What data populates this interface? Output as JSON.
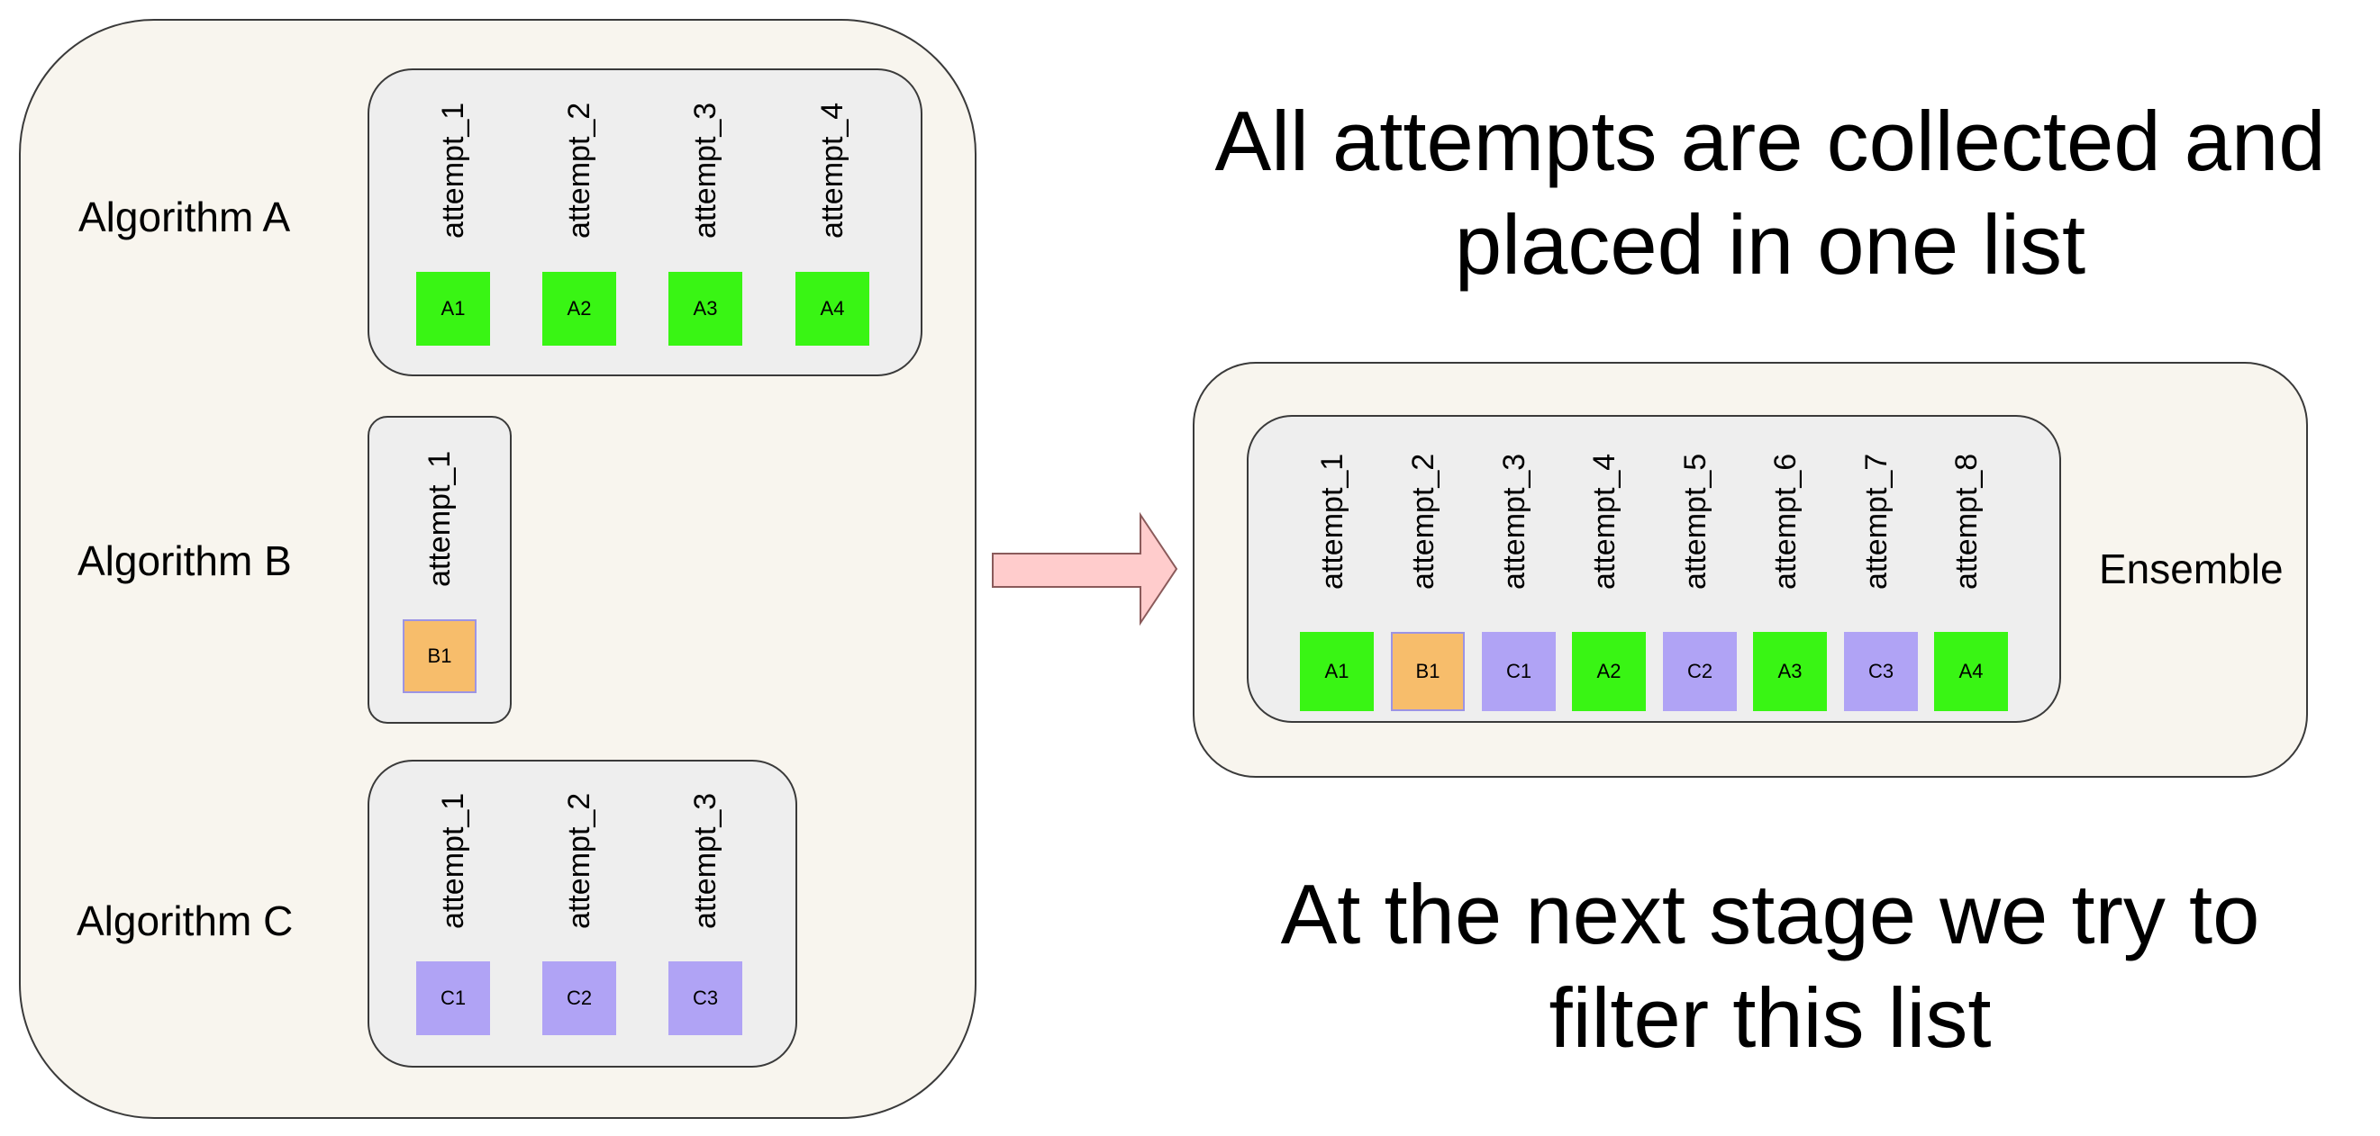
{
  "colors": {
    "A": "#39f514",
    "B": "#f7bd6b",
    "C": "#b0a3f5",
    "chip_border_B": "#9c94e4",
    "panel_bg": "#f8f5ee",
    "group_bg": "#eeeeee",
    "arrow_fill": "#ffcccc"
  },
  "algorithms": {
    "a": {
      "label": "Algorithm A",
      "attempts": [
        "attempt_1",
        "attempt_2",
        "attempt_3",
        "attempt_4"
      ],
      "chips": [
        "A1",
        "A2",
        "A3",
        "A4"
      ]
    },
    "b": {
      "label": "Algorithm B",
      "attempts": [
        "attempt_1"
      ],
      "chips": [
        "B1"
      ]
    },
    "c": {
      "label": "Algorithm C",
      "attempts": [
        "attempt_1",
        "attempt_2",
        "attempt_3"
      ],
      "chips": [
        "C1",
        "C2",
        "C3"
      ]
    }
  },
  "headline_top": {
    "line1": "All attempts are collected and",
    "line2": "placed in one list"
  },
  "ensemble": {
    "label": "Ensemble",
    "attempts": [
      "attempt_1",
      "attempt_2",
      "attempt_3",
      "attempt_4",
      "attempt_5",
      "attempt_6",
      "attempt_7",
      "attempt_8"
    ],
    "chips": [
      "A1",
      "B1",
      "C1",
      "A2",
      "C2",
      "A3",
      "C3",
      "A4"
    ]
  },
  "headline_bottom": {
    "line1": "At the next stage we try to",
    "line2": "filter this list"
  }
}
